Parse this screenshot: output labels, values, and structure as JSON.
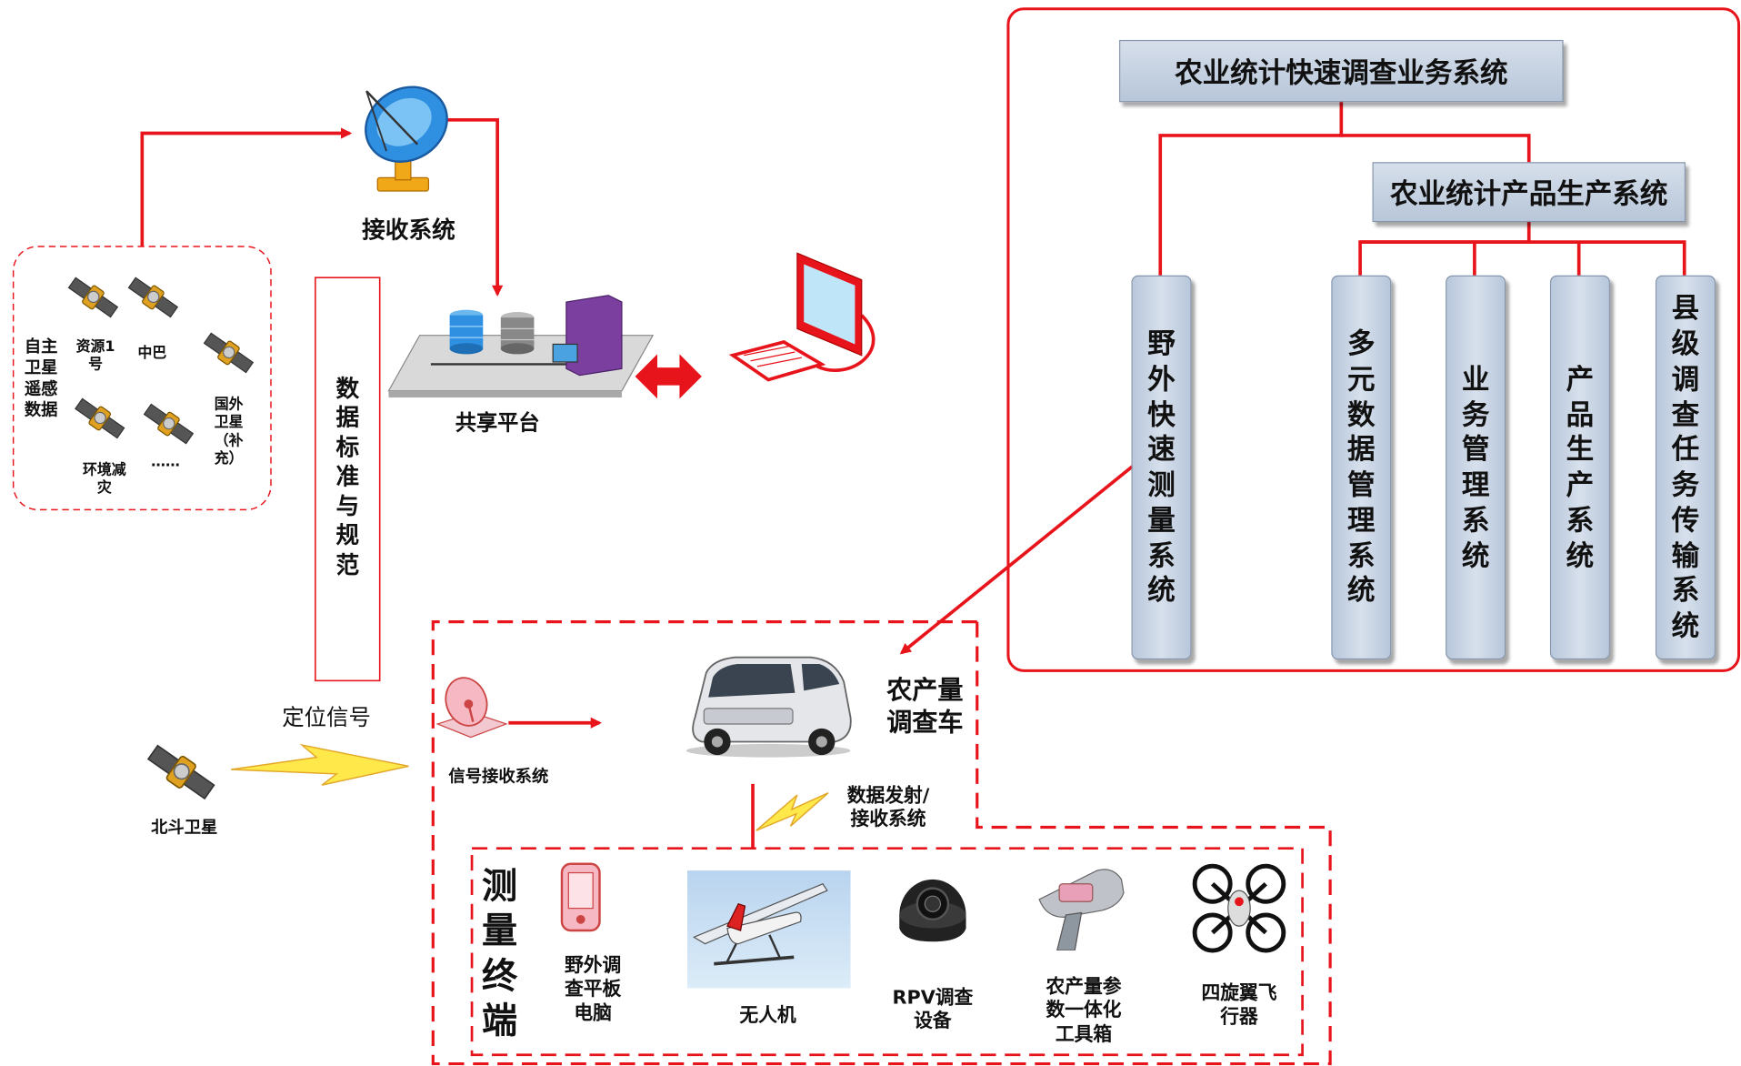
{
  "satellite_group": {
    "own_satellite_label": "自主卫星遥感数据",
    "ziyuan_label": "资源1号",
    "zhongba_label": "中巴",
    "foreign_label": "国外卫星（补充）",
    "huanjing_label": "环境减灾",
    "more_label": "……"
  },
  "receiving_system_label": "接收系统",
  "shared_platform_label": "共享平台",
  "standards_label": "数据标准与规范",
  "positioning_signal_label": "定位信号",
  "beidou_label": "北斗卫星",
  "signal_receiving_label": "信号接收系统",
  "survey_vehicle_label": "农产量调查车",
  "data_tx_label": "数据发射/接收系统",
  "terminals": {
    "title": "测量终端",
    "tablet_label": "野外调查平板电脑",
    "uav_label": "无人机",
    "rpv_label": "RPV调查设备",
    "toolkit_label": "农产量参数一体化工具箱",
    "quadrotor_label": "四旋翼飞行器"
  },
  "business_system": {
    "title": "农业统计快速调查业务系统",
    "product_system": "农业统计产品生产系统",
    "field_survey": "野外快速测量系统",
    "multi_data": "多元数据管理系统",
    "business_mgmt": "业务管理系统",
    "product_prod": "产品生产系统",
    "county_task": "县级调查任务传输系统"
  },
  "colors": {
    "line_red": "#e8141b",
    "box_fill": "#c7d3e2",
    "dashed_red": "#e8141b"
  }
}
